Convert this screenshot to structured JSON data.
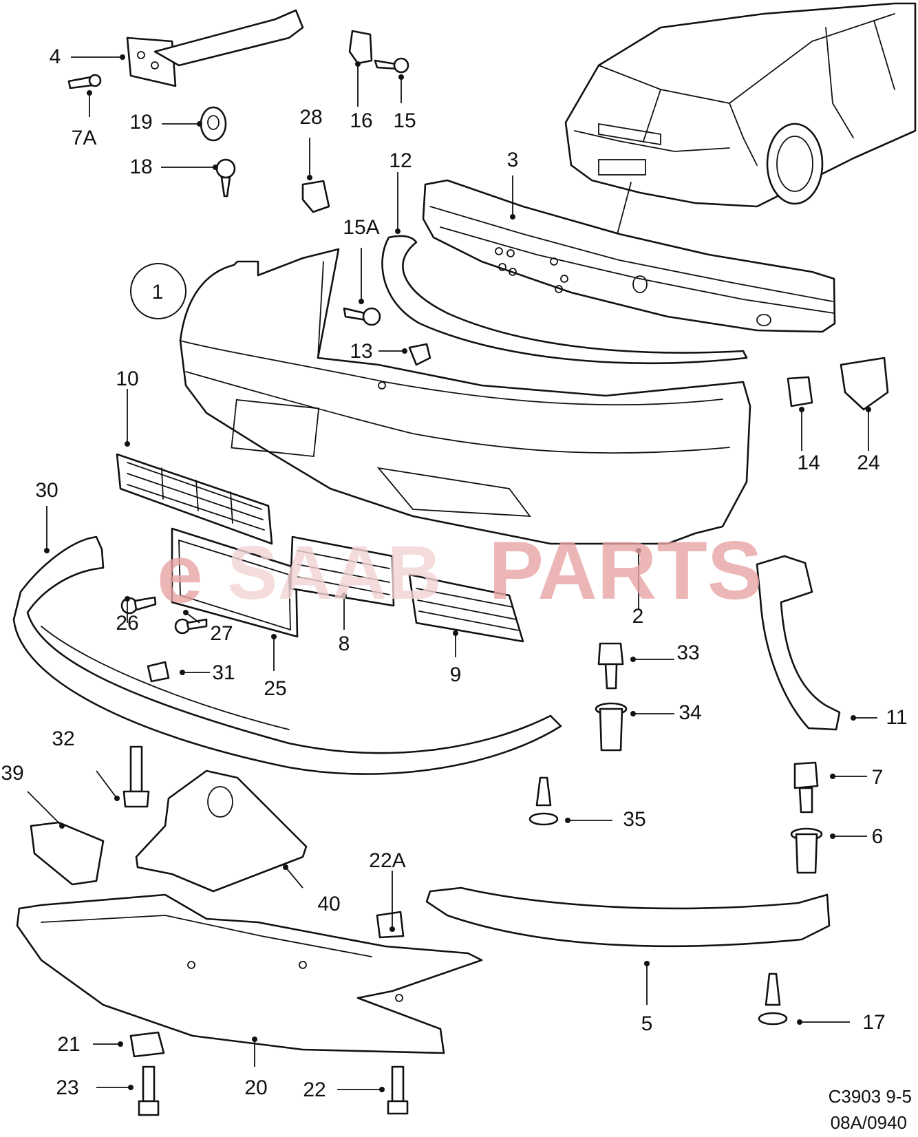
{
  "diagram": {
    "callouts": [
      {
        "id": "c1",
        "text": "1"
      },
      {
        "id": "c2",
        "text": "2"
      },
      {
        "id": "c3",
        "text": "3"
      },
      {
        "id": "c4",
        "text": "4"
      },
      {
        "id": "c5",
        "text": "5"
      },
      {
        "id": "c6",
        "text": "6"
      },
      {
        "id": "c7",
        "text": "7"
      },
      {
        "id": "c7a",
        "text": "7A"
      },
      {
        "id": "c8",
        "text": "8"
      },
      {
        "id": "c9",
        "text": "9"
      },
      {
        "id": "c10",
        "text": "10"
      },
      {
        "id": "c11",
        "text": "11"
      },
      {
        "id": "c12",
        "text": "12"
      },
      {
        "id": "c13",
        "text": "13"
      },
      {
        "id": "c14",
        "text": "14"
      },
      {
        "id": "c15",
        "text": "15"
      },
      {
        "id": "c15a",
        "text": "15A"
      },
      {
        "id": "c16",
        "text": "16"
      },
      {
        "id": "c17",
        "text": "17"
      },
      {
        "id": "c18",
        "text": "18"
      },
      {
        "id": "c19",
        "text": "19"
      },
      {
        "id": "c20",
        "text": "20"
      },
      {
        "id": "c21",
        "text": "21"
      },
      {
        "id": "c22",
        "text": "22"
      },
      {
        "id": "c22a",
        "text": "22A"
      },
      {
        "id": "c23",
        "text": "23"
      },
      {
        "id": "c24",
        "text": "24"
      },
      {
        "id": "c25",
        "text": "25"
      },
      {
        "id": "c26",
        "text": "26"
      },
      {
        "id": "c27",
        "text": "27"
      },
      {
        "id": "c28",
        "text": "28"
      },
      {
        "id": "c30",
        "text": "30"
      },
      {
        "id": "c31",
        "text": "31"
      },
      {
        "id": "c32",
        "text": "32"
      },
      {
        "id": "c33",
        "text": "33"
      },
      {
        "id": "c34",
        "text": "34"
      },
      {
        "id": "c35",
        "text": "35"
      },
      {
        "id": "c39",
        "text": "39"
      },
      {
        "id": "c40",
        "text": "40"
      }
    ],
    "reference": {
      "line1": "C3903 9-5",
      "line2": "08A/0940"
    },
    "watermark": {
      "e": "e",
      "middle": "SAAB",
      "parts": "PARTS",
      "color": "#e8a4a4"
    }
  }
}
